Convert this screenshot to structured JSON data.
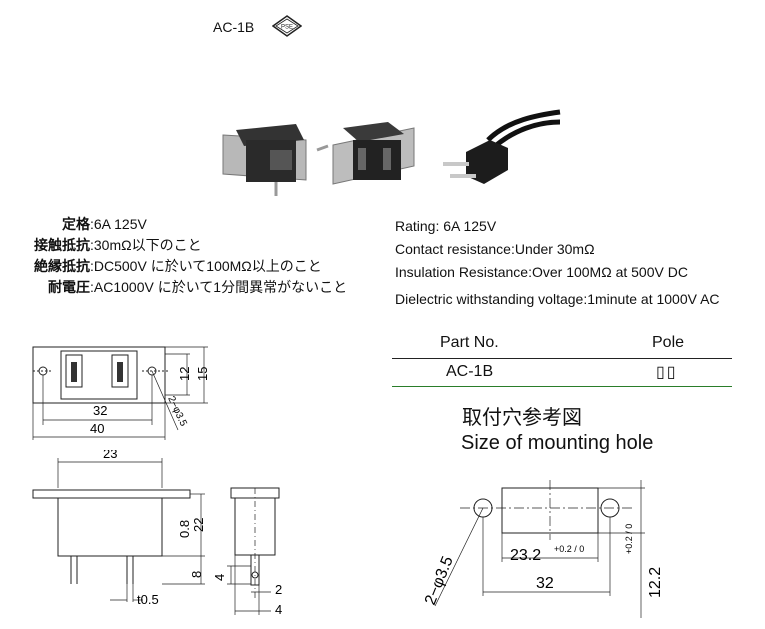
{
  "header": {
    "title": "AC-1B",
    "mark_text": "PSE"
  },
  "specs_jp": [
    {
      "label": "定格",
      "value": "6A 125V"
    },
    {
      "label": "接触抵抗",
      "value": "30mΩ以下のこと"
    },
    {
      "label": "絶縁抵抗",
      "value": "DC500V に於いて100MΩ以上のこと"
    },
    {
      "label": "耐電圧",
      "value": "AC1000V に於いて1分間異常がないこと"
    }
  ],
  "specs_en": [
    "Rating: 6A 125V",
    "Contact resistance:Under 30mΩ",
    "Insulation Resistance:Over 100MΩ  at 500V  DC",
    "Dielectric withstanding voltage:1minute at 1000V AC"
  ],
  "table": {
    "headers": [
      "Part No.",
      "Pole"
    ],
    "rows": [
      {
        "part": "AC-1B",
        "pole": "▯▯"
      }
    ]
  },
  "mounting": {
    "title_jp": "取付穴参考図",
    "title_en": "Size of mounting hole"
  },
  "dims": {
    "top_view": {
      "d12": "12",
      "d15": "15",
      "d32": "32",
      "d40": "40",
      "hole": "2−φ3.5"
    },
    "side_view": {
      "d23": "23",
      "d08": "0.8",
      "d22": "22",
      "d8": "8",
      "t05": "t0.5"
    },
    "end_view": {
      "d4a": "4",
      "d2": "2",
      "d4b": "4"
    },
    "hole_view": {
      "hole": "2−φ3.5",
      "d232": "23.2",
      "tol232": "+0.2 / 0",
      "d32": "32",
      "d122": "12.2",
      "tol122": "+0.2 / 0"
    }
  }
}
